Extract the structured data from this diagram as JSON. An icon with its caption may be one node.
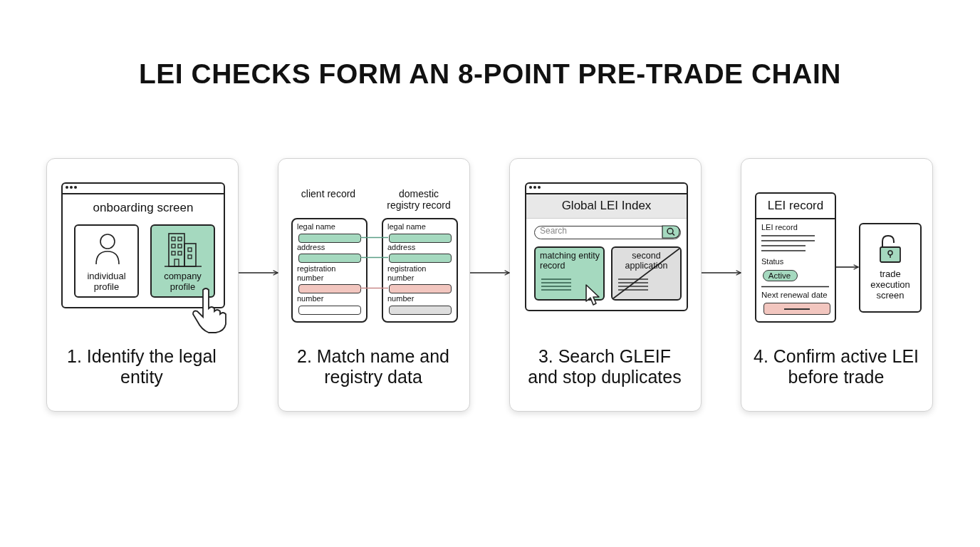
{
  "diagram": {
    "title": "LEI CHECKS FORM AN 8-POINT PRE-TRADE CHAIN",
    "nodes": [
      {
        "text": [
          "1. Identify the legal entity"
        ]
      },
      {
        "text": [
          "onboarding screen"
        ],
        "in": 0
      },
      {
        "text": [
          "individual profile"
        ],
        "in": 1
      },
      {
        "text": [
          "company profile"
        ],
        "in": 1
      },
      {
        "text": [
          "2. Match name and registry data"
        ]
      },
      {
        "text": [
          "client record",
          "legal name",
          "address",
          "registration number",
          "number"
        ],
        "in": 4
      },
      {
        "text": [
          "domestic registry record",
          "legal name",
          "address",
          "registration number",
          "number"
        ],
        "in": 4
      },
      {
        "text": [],
        "shape": "bar",
        "in": 5
      },
      {
        "text": [],
        "shape": "bar",
        "in": 5
      },
      {
        "text": [],
        "shape": "bar",
        "in": 5
      },
      {
        "text": [],
        "shape": "bar",
        "in": 5
      },
      {
        "text": [],
        "shape": "bar",
        "in": 6
      },
      {
        "text": [],
        "shape": "bar",
        "in": 6
      },
      {
        "text": [],
        "shape": "bar",
        "in": 6
      },
      {
        "text": [],
        "shape": "bar",
        "in": 6
      },
      {
        "text": [
          "3. Search GLEIF and stop duplicates"
        ]
      },
      {
        "text": [
          "Global LEI Index"
        ],
        "in": 15
      },
      {
        "text": [
          "Search"
        ],
        "in": 16
      },
      {
        "text": [
          "matching entity record"
        ],
        "in": 16
      },
      {
        "text": [
          "second application"
        ],
        "in": 16
      },
      {
        "text": [
          "4. Confirm active LEI before trade"
        ]
      },
      {
        "text": [
          "LEI record",
          "LEI record",
          "Status",
          "Next renewal date"
        ],
        "in": 20
      },
      {
        "text": [
          "Active"
        ],
        "in": 21
      },
      {
        "text": [],
        "shape": "bar",
        "in": 21
      },
      {
        "text": [
          "trade execution screen"
        ],
        "in": 20
      }
    ],
    "edges": [
      {
        "from": 0,
        "to": 4,
        "arrow": "to"
      },
      {
        "from": 4,
        "to": 15,
        "arrow": "to"
      },
      {
        "from": 15,
        "to": 20,
        "arrow": "to"
      },
      {
        "from": 7,
        "to": 11,
        "arrow": "none",
        "color": "#5c9e87"
      },
      {
        "from": 8,
        "to": 12,
        "arrow": "none",
        "color": "#5c9e87"
      },
      {
        "from": 9,
        "to": 13,
        "arrow": "none",
        "color": "#c98a8a"
      },
      {
        "from": 21,
        "to": 24,
        "arrow": "to"
      }
    ]
  }
}
